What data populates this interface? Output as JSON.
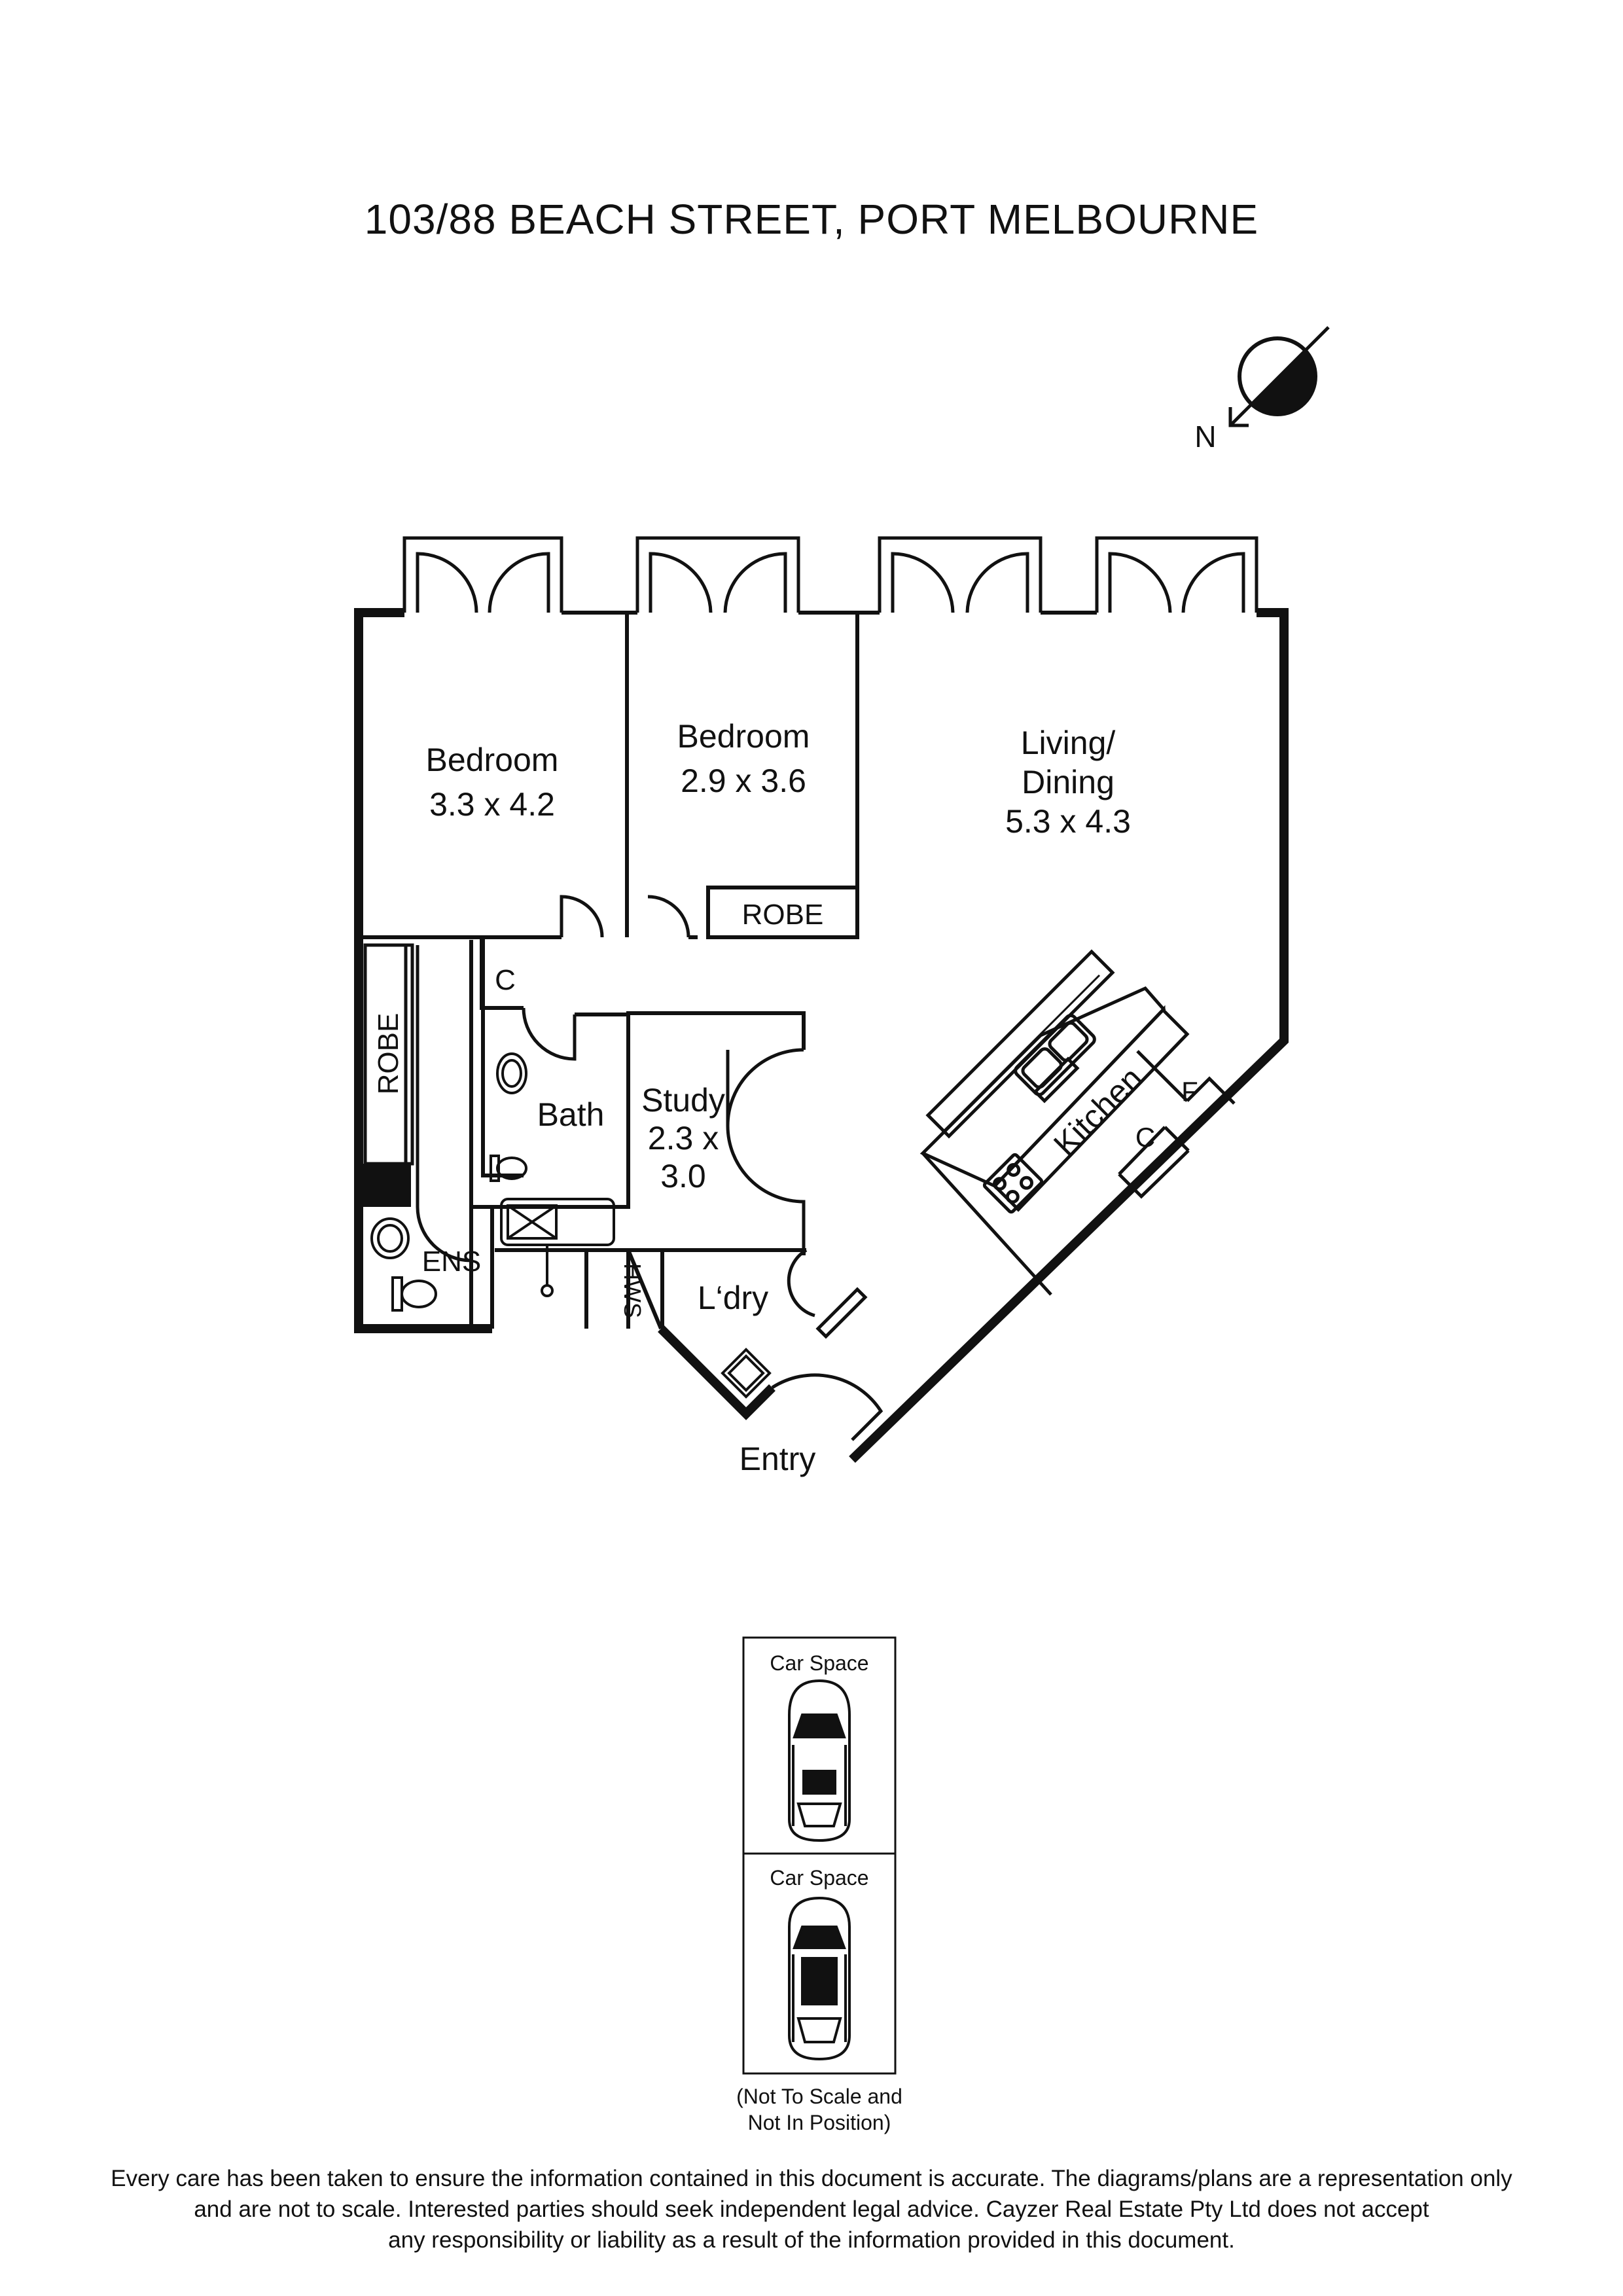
{
  "title": "103/88 BEACH STREET, PORT MELBOURNE",
  "compass": {
    "label": "N",
    "icon": "north-arrow-icon"
  },
  "rooms": {
    "bedroom1": {
      "name": "Bedroom",
      "size": "3.3 x 4.2"
    },
    "bedroom2": {
      "name": "Bedroom",
      "size": "2.9 x 3.6"
    },
    "living": {
      "line1": "Living/",
      "line2": "Dining",
      "size": "5.3 x 4.3"
    },
    "robe_bed2": "ROBE",
    "robe_bed1": "ROBE",
    "cupboard_hall": "C",
    "bath": "Bath",
    "study": {
      "line1": "Study",
      "line2": "2.3 x",
      "line3": "3.0"
    },
    "kitchen": "Kitchen",
    "fridge": "F",
    "cupboard_kitchen": "C",
    "ensuite": "ENS",
    "hws": "HWS",
    "laundry": "L‘dry",
    "entry": "Entry"
  },
  "car_spaces": [
    {
      "label": "Car Space"
    },
    {
      "label": "Car Space"
    }
  ],
  "car_note": {
    "line1": "(Not To Scale and",
    "line2": "Not In Position)"
  },
  "disclaimer": {
    "line1": "Every care has been taken to ensure the information contained in this document is accurate. The diagrams/plans are a representation only",
    "line2": "and are not to scale. Interested parties should seek independent legal advice. Cayzer Real Estate Pty Ltd does not accept",
    "line3": "any responsibility or liability as a result of the information provided in this document."
  }
}
